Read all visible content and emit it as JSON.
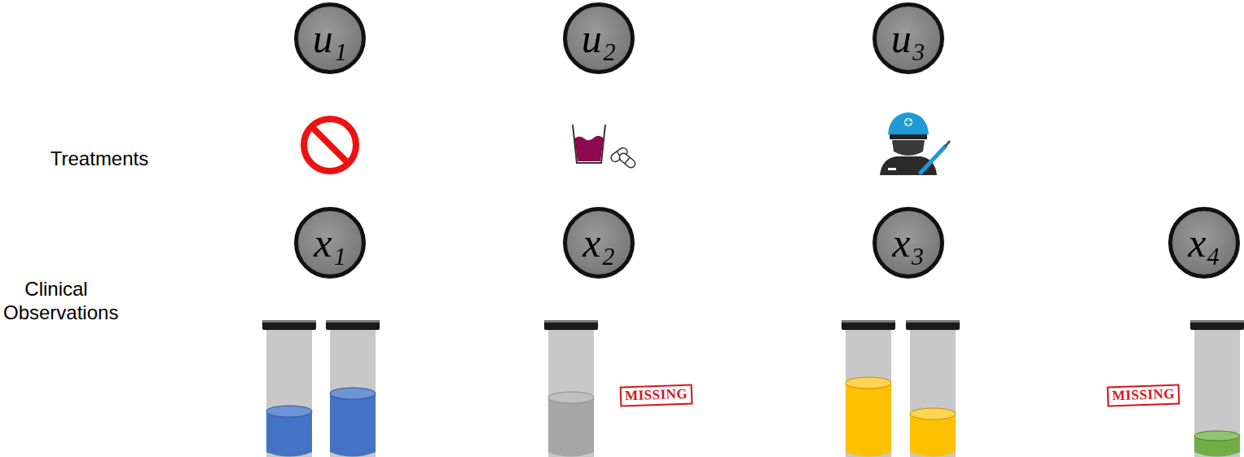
{
  "diagram": {
    "nodes": [
      {
        "text": [
          "u₁"
        ]
      },
      {
        "text": [
          "u₂"
        ]
      },
      {
        "text": [
          "u₃"
        ]
      },
      {
        "text": [
          "x₁"
        ]
      },
      {
        "text": [
          "x₂"
        ]
      },
      {
        "text": [
          "x₃"
        ]
      },
      {
        "text": [
          "x₄"
        ]
      }
    ],
    "labels": [
      "Treatments",
      "Clinical Observations",
      "MISSING",
      "MISSING"
    ]
  }
}
